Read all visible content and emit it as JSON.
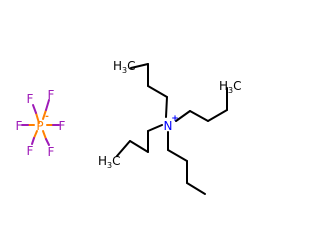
{
  "molecule": {
    "cation": {
      "nitrogen": "N",
      "charge": "+",
      "methyl_carbon": "H",
      "methyl_subscript": "3",
      "methyl_suffix": "C"
    },
    "anion": {
      "center": "P",
      "charge": "-",
      "fluorine": "F"
    }
  },
  "colors": {
    "bond": "#000000",
    "nitrogen": "#0000ff",
    "phosphorus": "#ff8000",
    "fluorine": "#9e1bb8",
    "carbon": "#000000"
  }
}
